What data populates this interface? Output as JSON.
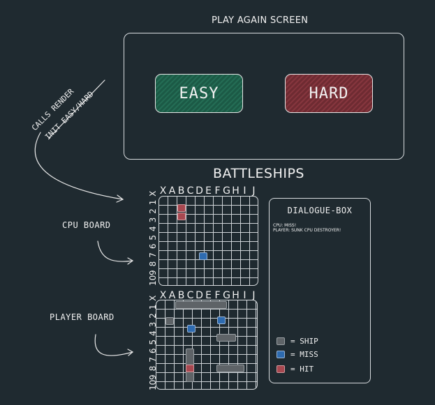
{
  "play_again": {
    "title": "PLAY AGAIN SCREEN",
    "easy_label": "EASY",
    "hard_label": "HARD",
    "arrow_label_1": "CALLS RENDER",
    "arrow_label_2": "INIT EASY/HARD"
  },
  "game": {
    "title": "BATTLESHIPS",
    "columns": "XABCDEFGHIJ",
    "rows": "10987654321X",
    "cpu_board_label": "CPU BOARD",
    "player_board_label": "PLAYER BOARD"
  },
  "dialog": {
    "title": "DIALOGUE-BOX",
    "log_1": "CPU: MISS!",
    "log_2": "PLAYER: SUNK CPU DESTROYER!"
  },
  "legend": {
    "ship": "= SHIP",
    "miss": "= MISS",
    "hit": "= HIT"
  },
  "colors": {
    "background": "#1f2a30",
    "easy": "#246d55",
    "hard": "#86363e",
    "ship": "#5e6367",
    "miss": "#2e6bb0",
    "hit": "#a84850"
  }
}
